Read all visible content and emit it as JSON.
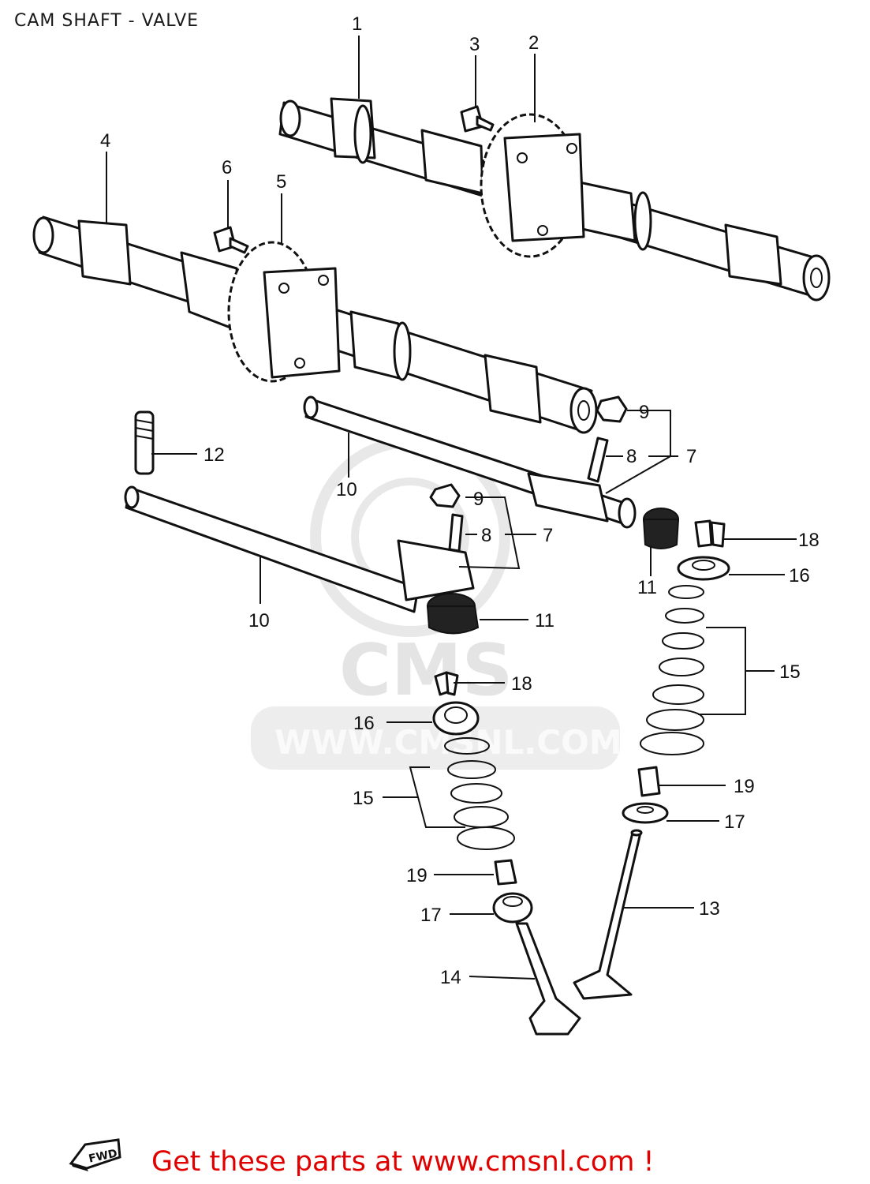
{
  "title": "CAM SHAFT - VALVE",
  "footer": "Get these parts at www.cmsnl.com !",
  "fwd_label": "FWD",
  "watermark": {
    "logo": "CMS",
    "url": "WWW.CMSNL.COM"
  },
  "callouts": [
    {
      "id": "c1",
      "label": "1"
    },
    {
      "id": "c2",
      "label": "2"
    },
    {
      "id": "c3",
      "label": "3"
    },
    {
      "id": "c4",
      "label": "4"
    },
    {
      "id": "c5",
      "label": "5"
    },
    {
      "id": "c6",
      "label": "6"
    },
    {
      "id": "c9a",
      "label": "9"
    },
    {
      "id": "c8a",
      "label": "8"
    },
    {
      "id": "c7a",
      "label": "7"
    },
    {
      "id": "c12",
      "label": "12"
    },
    {
      "id": "c10a",
      "label": "10"
    },
    {
      "id": "c9b",
      "label": "9"
    },
    {
      "id": "c8b",
      "label": "8"
    },
    {
      "id": "c7b",
      "label": "7"
    },
    {
      "id": "c18a",
      "label": "18"
    },
    {
      "id": "c16a",
      "label": "16"
    },
    {
      "id": "c11a",
      "label": "11"
    },
    {
      "id": "c10b",
      "label": "10"
    },
    {
      "id": "c11b",
      "label": "11"
    },
    {
      "id": "c15a",
      "label": "15"
    },
    {
      "id": "c18b",
      "label": "18"
    },
    {
      "id": "c16b",
      "label": "16"
    },
    {
      "id": "c19a",
      "label": "19"
    },
    {
      "id": "c15b",
      "label": "15"
    },
    {
      "id": "c17a",
      "label": "17"
    },
    {
      "id": "c19b",
      "label": "19"
    },
    {
      "id": "c13",
      "label": "13"
    },
    {
      "id": "c17b",
      "label": "17"
    },
    {
      "id": "c14",
      "label": "14"
    }
  ]
}
